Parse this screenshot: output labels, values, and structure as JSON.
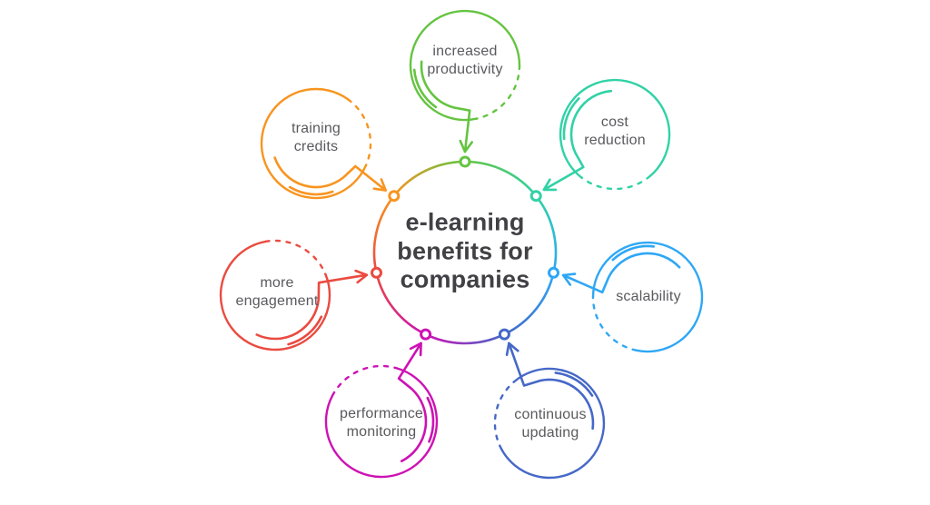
{
  "title": "e-learning\nbenefits for\ncompanies",
  "colors": {
    "title": "#414045",
    "label": "#5a5a5e",
    "background": "#ffffff"
  },
  "satellites": [
    {
      "id": "increased-productivity",
      "label": "increased\nproductivity",
      "color": "#64c441"
    },
    {
      "id": "cost-reduction",
      "label": "cost\nreduction",
      "color": "#30d2a6"
    },
    {
      "id": "scalability",
      "label": "scalability",
      "color": "#2ea7f5"
    },
    {
      "id": "continuous-updating",
      "label": "continuous\nupdating",
      "color": "#4568c8"
    },
    {
      "id": "performance-monitoring",
      "label": "performance\nmonitoring",
      "color": "#cd12b4"
    },
    {
      "id": "more-engagement",
      "label": "more\nengagement",
      "color": "#ea4b40"
    },
    {
      "id": "training-credits",
      "label": "training\ncredits",
      "color": "#f8941f"
    }
  ]
}
